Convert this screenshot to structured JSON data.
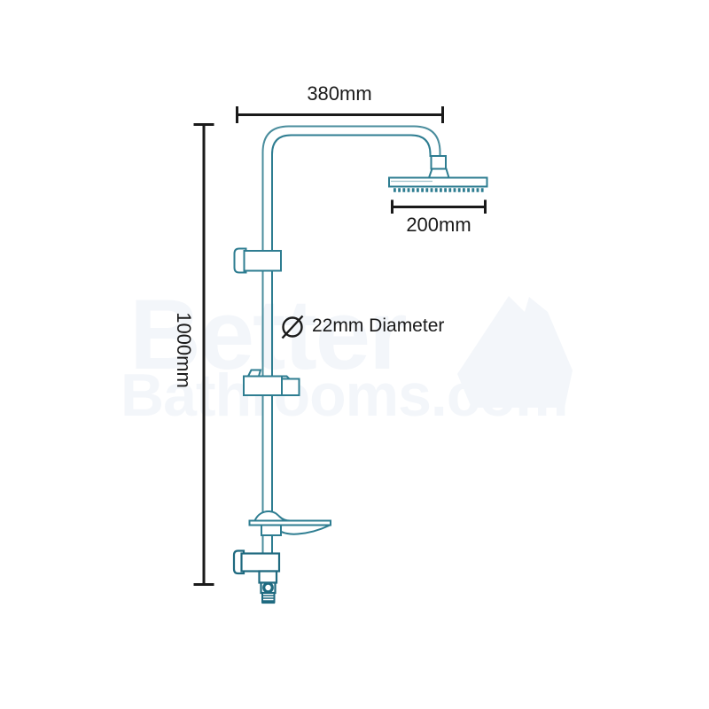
{
  "labels": {
    "top_width": "380mm",
    "head_width": "200mm",
    "rail_height": "1000mm",
    "diameter": "22mm Diameter",
    "diameter_symbol": "Ø"
  },
  "watermark": {
    "line1": "Better",
    "line2": "Bathrooms.com"
  },
  "colors": {
    "dimension_line": "#1a1a1a",
    "pipe_outline": "#2e7d91",
    "pipe_outline_light": "#4a8d9d",
    "fitting_outline": "#1f6a80",
    "watermark": "#f3f6fa",
    "background": "#ffffff"
  },
  "icons": {
    "diameter_symbol": "diameter-symbol-icon",
    "watermark_logo": "house-icon"
  }
}
